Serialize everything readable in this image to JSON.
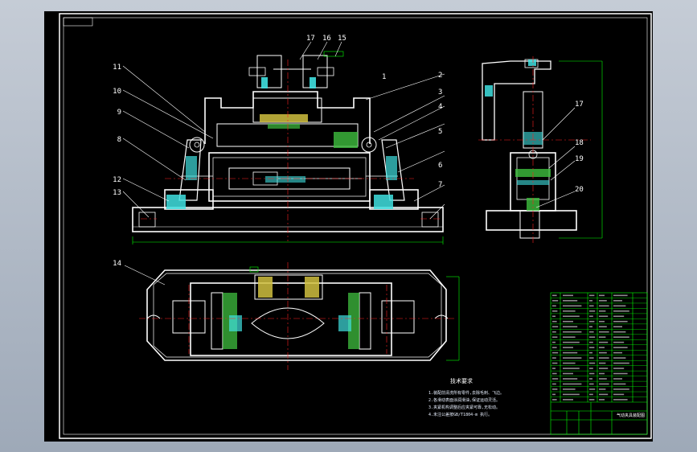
{
  "drawing": {
    "part_labels_front": [
      "1",
      "2",
      "3",
      "4",
      "5",
      "6",
      "7",
      "8",
      "9",
      "10",
      "11",
      "12",
      "13",
      "15",
      "16",
      "17"
    ],
    "part_labels_side": [
      "17",
      "18",
      "19",
      "20"
    ],
    "part_label_top": "14",
    "tech_requirements_title": "技术要求",
    "tech_requirements": [
      "1.装配前清洗所有零件,去除毛刺、飞边。",
      "2.各滑动表面涂润滑油,保证运动灵活。",
      "3.夹紧机构调整后应夹紧可靠,无松动。",
      "4.未注公差按GB/T1804-m 执行。"
    ],
    "title_block_name": "气动夹具装配图"
  },
  "colors": {
    "outline": "#ffffff",
    "centerline": "#ff2020",
    "leader": "#00ff00",
    "hatch_green": "#3fbf3f",
    "hatch_cyan": "#40e0e0",
    "hatch_yellow": "#d0c040"
  }
}
